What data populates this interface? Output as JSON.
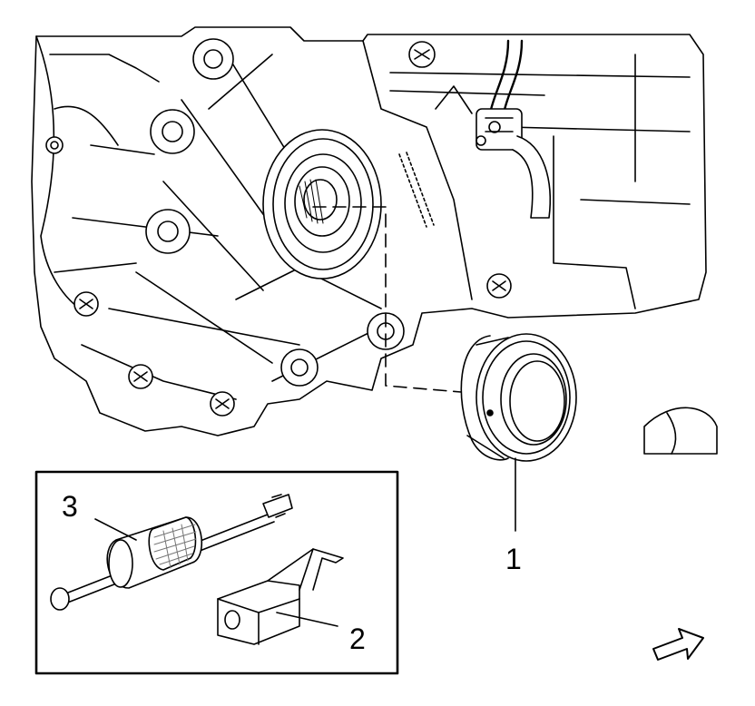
{
  "callouts": {
    "seal": "1",
    "installer": "2",
    "puller": "3"
  },
  "colors": {
    "line": "#000000",
    "fill": "#ffffff",
    "knurl": "#777777"
  },
  "icons": {
    "view_direction": "arrow-icon"
  }
}
